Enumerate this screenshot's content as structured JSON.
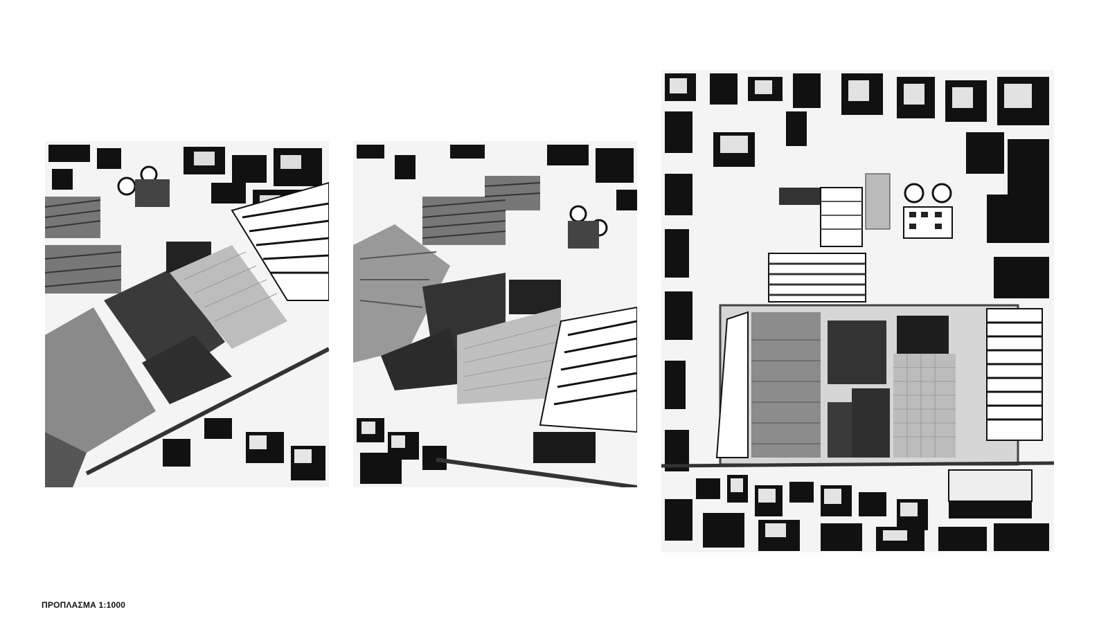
{
  "caption": "ΠΡΟΠΛΑΣΜΑ 1:1000",
  "photos": [
    {
      "alt": "model-photo-oblique-view-1"
    },
    {
      "alt": "model-photo-oblique-view-2"
    },
    {
      "alt": "model-photo-top-view"
    }
  ],
  "colors": {
    "background": "#ffffff",
    "model_base": "#f2f2f2",
    "dark_roofs": "#3a3a3a",
    "shadow": "#1a1a1a",
    "text": "#111111"
  }
}
